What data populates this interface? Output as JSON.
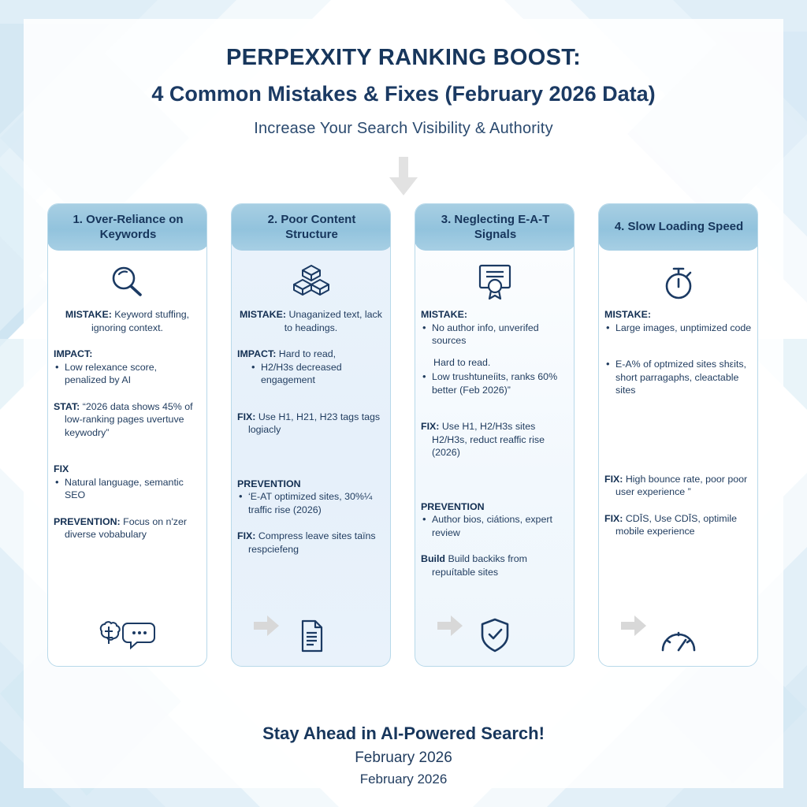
{
  "theme": {
    "navy": "#17365c",
    "body_text": "#1f3b5e",
    "card_header_blue": "#92c3dd",
    "card_border": "#b8d9ea",
    "bg_accent": "#cfe4f1",
    "arrow_gray": "#d8d8d8"
  },
  "header": {
    "title_line1": "PERPEXXITY RANKING BOOST:",
    "title_line2": "4 Common Mistakes & Fixes (February 2026 Data)",
    "subtitle": "Increase Your Search Visibility & Authority",
    "down_arrow_icon": "arrow-down-icon"
  },
  "cards": [
    {
      "number": "1",
      "heading": "1. Over-Reliance on Keywords",
      "top_icon": "magnifier-icon",
      "bottom_icon": "brain-and-chat-bubble-icon",
      "blocks": [
        {
          "label": "MISTAKE:",
          "text": "Keyword stuffing, ignoring context.",
          "style": "inline-center"
        },
        {
          "label": "IMPACT:",
          "text": "",
          "style": "label-then-bullets",
          "bullets": [
            "Low relexance score, penalized by AI"
          ]
        },
        {
          "label": "STAT:",
          "text": "“2026 data shows 45% of low-ranking pages uvertuve keywodry”",
          "style": "inline-hang"
        },
        {
          "label": "FIX",
          "text": "",
          "style": "label-then-bullets",
          "bullets": [
            "Natural language, semantic SEO"
          ]
        },
        {
          "label": "PREVENTION:",
          "text": "Focus on n'zer diverse vobabulary",
          "style": "inline-center"
        }
      ]
    },
    {
      "number": "2",
      "heading": "2. Poor Content Structure",
      "top_icon": "stacked-blocks-icon",
      "bottom_icon": "document-icon",
      "blocks": [
        {
          "label": "MISTAKE:",
          "text": "Unaganized text, lack to headings.",
          "style": "inline-center"
        },
        {
          "label": "IMPACT:",
          "text": "Hard to read,",
          "style": "label-inline-then-bullets",
          "bullets": [
            "H2/H3s decreased engagement"
          ]
        },
        {
          "label": "FIX:",
          "text": "Use H1, H21, H23 tags tags logiacly",
          "style": "inline-center"
        },
        {
          "label": "PREVENTION",
          "text": "",
          "style": "label-then-bullets",
          "bullets": [
            "‘E-AT optimized sites, 30%¼ traffic rise (2026)"
          ]
        },
        {
          "label": "FIX:",
          "text": "Compress leave sites taïns respciefeng",
          "style": "inline-center"
        }
      ]
    },
    {
      "number": "3",
      "heading": "3. Neglecting E-A-T Signals",
      "top_icon": "certificate-badge-icon",
      "bottom_icon": "shield-check-icon",
      "blocks": [
        {
          "label": "MISTAKE:",
          "text": "",
          "style": "label-then-bullets",
          "bullets": [
            "No author info, unverifed sources"
          ]
        },
        {
          "label": "",
          "text": "Hard to read.",
          "style": "plain-indent",
          "bullets": [
            "Low trushtuneíits, ranks 60% better (Feb 2026)”"
          ]
        },
        {
          "label": "FIX:",
          "text": "Use H1, H2/H3s sites H2/H3s, reduct reaffic rise (2026)",
          "style": "inline-hang"
        },
        {
          "label": "PREVENTION",
          "text": "",
          "style": "label-then-bullets",
          "bullets": [
            "Author bios, ciátions, expert review"
          ]
        },
        {
          "label": "Build",
          "text": "Build backiks from repuítable sites",
          "style": "inline-center"
        }
      ]
    },
    {
      "number": "4",
      "heading": "4. Slow Loading Speed",
      "top_icon": "stopwatch-icon",
      "bottom_icon": "speedometer-icon",
      "blocks": [
        {
          "label": "MISTAKE:",
          "text": "",
          "style": "label-then-bullets",
          "bullets": [
            "Large images, unptimized code"
          ]
        },
        {
          "label": "",
          "text": "",
          "style": "bullets-only",
          "bullets": [
            "E-A% of optmized sites shεits, short parragaphs, cleactable sites"
          ]
        },
        {
          "label": "FIX:",
          "text": "High bounce rate, poor poor user experience ”",
          "style": "inline-center"
        },
        {
          "label": "FIX:",
          "text": "CDĪS, Use CDĪS, optimile mobile experience",
          "style": "inline-center"
        }
      ]
    }
  ],
  "flow_arrows": [
    "arrow-right-icon",
    "arrow-right-icon",
    "arrow-right-icon"
  ],
  "footer": {
    "cta": "Stay Ahead in AI-Powered Search!",
    "date_primary": "February 2026",
    "date_secondary": "February 2026"
  }
}
